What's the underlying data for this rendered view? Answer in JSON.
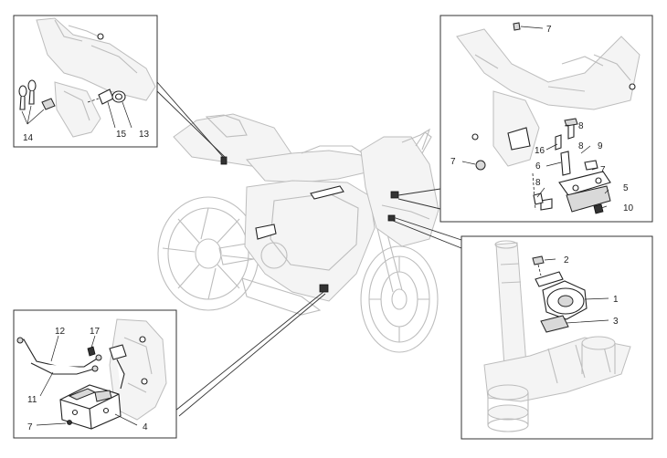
{
  "callouts": {
    "top_left": [
      "14",
      "15",
      "13"
    ],
    "top_right": [
      "7",
      "8",
      "16",
      "8",
      "6",
      "9",
      "7",
      "7",
      "8",
      "5",
      "10"
    ],
    "bottom_left": [
      "12",
      "17",
      "11",
      "7",
      "4"
    ],
    "bottom_right": [
      "2",
      "1",
      "3"
    ]
  }
}
